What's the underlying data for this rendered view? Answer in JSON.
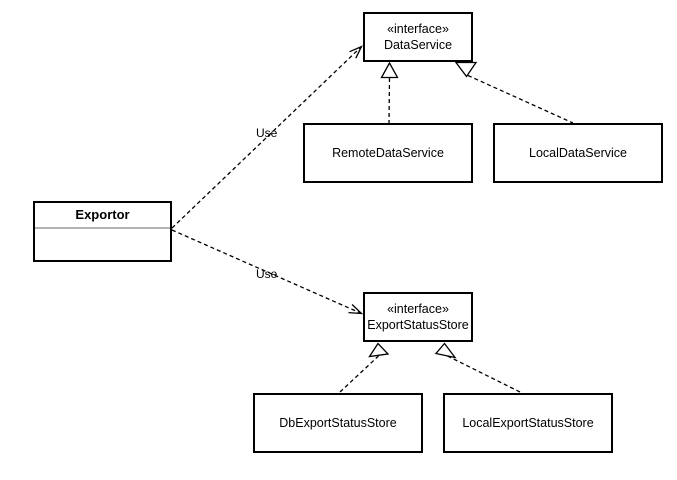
{
  "diagram": {
    "type": "uml-class-diagram",
    "colors": {
      "background": "#ffffff",
      "line": "#000000",
      "node_fill": "#ffffff",
      "node_border": "#000000",
      "compartment_divider": "#b3b3b3",
      "text": "#000000"
    },
    "nodes": {
      "data_service": {
        "stereotype": "«interface»",
        "name": "DataService"
      },
      "remote_data_service": {
        "name": "RemoteDataService"
      },
      "local_data_service": {
        "name": "LocalDataService"
      },
      "exportor": {
        "name": "Exportor"
      },
      "export_status_store": {
        "stereotype": "«interface»",
        "name": "ExportStatusStore"
      },
      "db_export_status_store": {
        "name": "DbExportStatusStore"
      },
      "local_export_status_store": {
        "name": "LocalExportStatusStore"
      }
    },
    "edges": {
      "exportor_uses_data_service": {
        "type": "dependency",
        "label": "Use",
        "from": "Exportor",
        "to": "DataService"
      },
      "exportor_uses_export_status_store": {
        "type": "dependency",
        "label": "Use",
        "from": "Exportor",
        "to": "ExportStatusStore"
      },
      "remote_implements_data_service": {
        "type": "realization",
        "from": "RemoteDataService",
        "to": "DataService"
      },
      "local_implements_data_service": {
        "type": "realization",
        "from": "LocalDataService",
        "to": "DataService"
      },
      "db_implements_export_status_store": {
        "type": "realization",
        "from": "DbExportStatusStore",
        "to": "ExportStatusStore"
      },
      "local_implements_export_status_store": {
        "type": "realization",
        "from": "LocalExportStatusStore",
        "to": "ExportStatusStore"
      }
    }
  }
}
